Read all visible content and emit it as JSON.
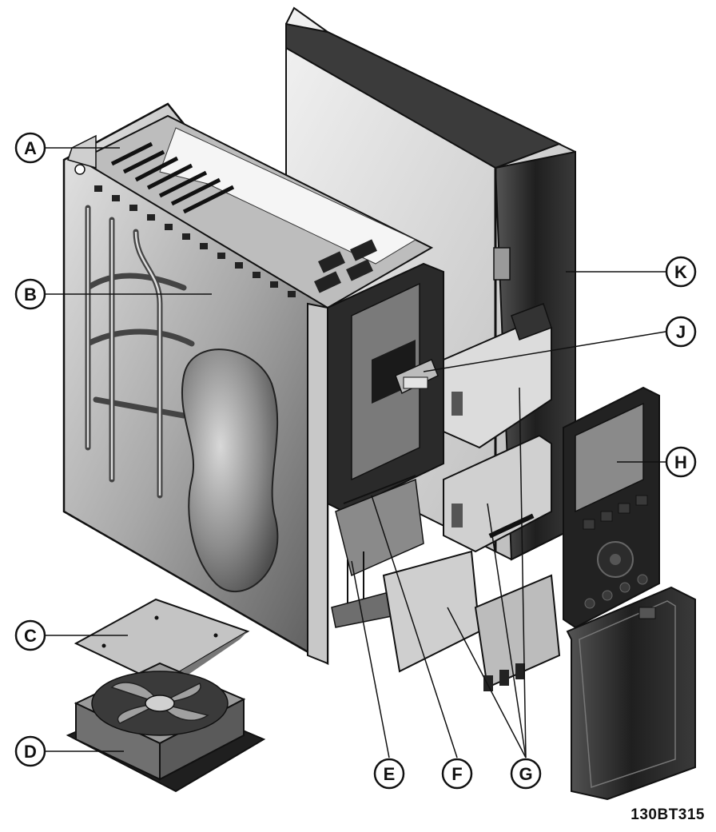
{
  "callouts": {
    "a": "A",
    "b": "B",
    "c": "C",
    "d": "D",
    "e": "E",
    "f": "F",
    "g": "G",
    "h": "H",
    "j": "J",
    "k": "K"
  },
  "drawing_number": "130BT315",
  "colors": {
    "ink": "#111111",
    "metal_light": "#d9d9d9",
    "metal_mid": "#a8a8a8",
    "metal_dark": "#4a4a4a",
    "black": "#1e1e1e"
  }
}
